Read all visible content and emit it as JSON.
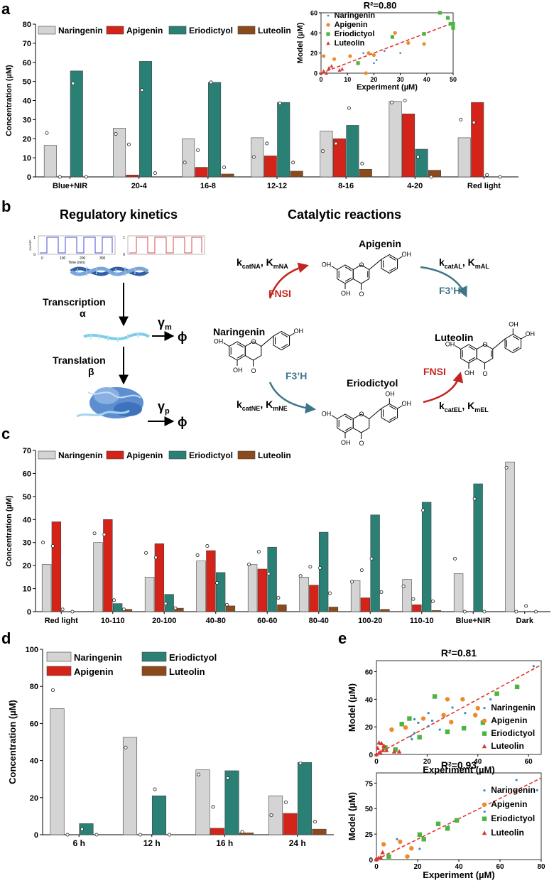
{
  "colors": {
    "Naringenin": "#d4d4d4",
    "Apigenin": "#d42318",
    "Eriodictyol": "#2a8074",
    "Luteolin": "#8b4a1c",
    "scatter_naringenin": "#3b84c6",
    "scatter_apigenin": "#ee8a2c",
    "scatter_eriodictyol": "#4ab540",
    "scatter_luteolin": "#d43a30",
    "fit": "#e0352b",
    "red_arrow": "#c4241e",
    "blue_arrow": "#3e7689"
  },
  "panel_labels": {
    "a": "a",
    "b": "b",
    "c": "c",
    "d": "d",
    "e": "e"
  },
  "panel_b": {
    "left_title": "Regulatory kinetics",
    "right_title": "Catalytic reactions",
    "plot_time_label": "Time (min)",
    "plot_y_label": "ON/OFF",
    "plot_ticks": [
      "0",
      "100",
      "200",
      "300"
    ],
    "plot_y_ticks": [
      "0",
      "1"
    ],
    "transcription": "Transcription",
    "alpha": "α",
    "translation": "Translation",
    "beta": "β",
    "gamma_m": "γ",
    "gamma_m_sub": "m",
    "gamma_p": "γ",
    "gamma_p_sub": "p",
    "phi": "ϕ",
    "naringenin": "Naringenin",
    "apigenin": "Apigenin",
    "eriodictyol": "Eriodictyol",
    "luteolin": "Luteolin",
    "fnsi": "FNSI",
    "f3h": "F3’H",
    "k_na": [
      "k",
      "catNA",
      ", K",
      "mNA"
    ],
    "k_al": [
      "k",
      "catAL",
      ", K",
      "mAL"
    ],
    "k_ne": [
      "k",
      "catNE",
      ", K",
      "mNE"
    ],
    "k_el": [
      "k",
      "catEL",
      ", K",
      "mEL"
    ],
    "oh": "OH",
    "o": "O"
  },
  "chart_data": [
    {
      "id": "a",
      "type": "bar",
      "categories": [
        "Blue+NIR",
        "20-4",
        "16-8",
        "12-12",
        "8-16",
        "4-20",
        "Red light"
      ],
      "ylabel": "Concentration (µM)",
      "ylim": [
        0,
        80
      ],
      "yticks": [
        0,
        10,
        20,
        30,
        40,
        50,
        60,
        70,
        80
      ],
      "legend": "top",
      "grid": false,
      "series": [
        {
          "name": "Naringenin",
          "values": [
            16.5,
            25.5,
            20,
            20.5,
            24,
            39.5,
            20.5
          ],
          "model": [
            23,
            22.5,
            7.5,
            10.5,
            13.5,
            39,
            30
          ]
        },
        {
          "name": "Apigenin",
          "values": [
            0,
            1,
            5,
            11,
            20,
            33,
            39
          ],
          "model": [
            0,
            17,
            14,
            17.5,
            17.5,
            40,
            28.5
          ]
        },
        {
          "name": "Eriodictyol",
          "values": [
            55.5,
            60.5,
            49.5,
            39,
            27,
            14.5,
            0
          ],
          "model": [
            49,
            45.5,
            49.5,
            38.5,
            36,
            10.5,
            1
          ]
        },
        {
          "name": "Luteolin",
          "values": [
            0,
            0,
            1.5,
            3,
            4,
            3.5,
            0
          ],
          "model": [
            0,
            2,
            5,
            7.5,
            7,
            0,
            0
          ]
        }
      ]
    },
    {
      "id": "a_inset",
      "type": "scatter",
      "title": "R²=0.80",
      "xlabel": "Experiment (µM)",
      "ylabel": "Model (µM)",
      "xlim": [
        0,
        50
      ],
      "ylim": [
        0,
        60
      ],
      "xticks": [
        0,
        10,
        20,
        30,
        40,
        50
      ],
      "yticks": [
        0,
        20,
        40,
        60
      ],
      "legend": "top-left",
      "series": [
        {
          "name": "Naringenin",
          "x": [
            16,
            20,
            24,
            30,
            39,
            21
          ],
          "y": [
            20,
            10,
            22,
            20,
            40,
            13
          ]
        },
        {
          "name": "Apigenin",
          "x": [
            1,
            5,
            11,
            20,
            28,
            33,
            39,
            17,
            18
          ],
          "y": [
            17,
            14,
            17,
            18,
            40,
            30,
            29,
            0,
            20
          ]
        },
        {
          "name": "Eriodictyol",
          "x": [
            55,
            60,
            49,
            39,
            27,
            14,
            45,
            48
          ],
          "y": [
            49,
            45,
            49,
            39,
            36,
            10,
            60,
            55
          ]
        },
        {
          "name": "Luteolin",
          "x": [
            0,
            1,
            2,
            3,
            4,
            7,
            8
          ],
          "y": [
            0,
            2,
            0,
            5,
            7,
            3,
            4
          ]
        }
      ]
    },
    {
      "id": "c",
      "type": "bar",
      "categories": [
        "Red light",
        "10-110",
        "20-100",
        "40-80",
        "60-60",
        "80-40",
        "100-20",
        "110-10",
        "Blue+NIR",
        "Dark"
      ],
      "ylabel": "Concentration (µM)",
      "ylim": [
        0,
        70
      ],
      "yticks": [
        0,
        10,
        20,
        30,
        40,
        50,
        60,
        70
      ],
      "legend": "top",
      "grid": false,
      "series": [
        {
          "name": "Naringenin",
          "values": [
            20.5,
            30,
            15,
            22,
            20.5,
            15,
            13.5,
            14,
            16.5,
            65
          ],
          "model": [
            30,
            34,
            25.5,
            24.5,
            20.5,
            15.5,
            13,
            11,
            23,
            62.5
          ]
        },
        {
          "name": "Apigenin",
          "values": [
            39,
            40,
            29.5,
            26.5,
            18.5,
            11.5,
            6,
            3,
            0,
            0
          ],
          "model": [
            28.5,
            33.5,
            23.5,
            28.5,
            26,
            19.5,
            18,
            5.5,
            0,
            0
          ]
        },
        {
          "name": "Eriodictyol",
          "values": [
            0,
            3.5,
            7.5,
            17,
            28,
            34.5,
            42,
            47.5,
            55.5,
            0
          ],
          "model": [
            1,
            5,
            3.5,
            12.5,
            16.5,
            19,
            23,
            44,
            49,
            2.5
          ]
        },
        {
          "name": "Luteolin",
          "values": [
            0,
            1,
            1.5,
            2.5,
            3,
            2,
            1,
            0.5,
            0,
            0
          ],
          "model": [
            0,
            1,
            1.5,
            3,
            6,
            8,
            8.5,
            4.5,
            0,
            0
          ]
        }
      ]
    },
    {
      "id": "d",
      "type": "bar",
      "categories": [
        "6 h",
        "12 h",
        "16 h",
        "24 h"
      ],
      "ylabel": "Concentration (µM)",
      "ylim": [
        0,
        100
      ],
      "yticks": [
        0,
        20,
        40,
        60,
        80,
        100
      ],
      "legend": "top",
      "grid": false,
      "series": [
        {
          "name": "Naringenin",
          "values": [
            68,
            52.5,
            35,
            21
          ],
          "model": [
            78,
            47,
            32.5,
            10.5
          ]
        },
        {
          "name": "Apigenin",
          "values": [
            0,
            0,
            3.5,
            11.5
          ],
          "model": [
            0,
            0,
            15,
            17.5
          ]
        },
        {
          "name": "Eriodictyol",
          "values": [
            6,
            21,
            34.5,
            39
          ],
          "model": [
            3,
            24.5,
            30.5,
            38.5
          ]
        },
        {
          "name": "Luteolin",
          "values": [
            0,
            0,
            1,
            3
          ],
          "model": [
            0,
            0,
            1.5,
            7
          ]
        }
      ]
    },
    {
      "id": "e1",
      "type": "scatter",
      "title": "R²=0.81",
      "xlabel": "Experiment (µM)",
      "ylabel": "Model (µM)",
      "xlim": [
        0,
        65
      ],
      "ylim": [
        0,
        68
      ],
      "xticks": [
        0,
        20,
        40,
        60
      ],
      "yticks": [
        0,
        20,
        40,
        60
      ],
      "legend": "right",
      "series": [
        {
          "name": "Naringenin",
          "x": [
            20.5,
            30,
            15,
            22,
            20.5,
            15,
            13.5,
            14,
            16.5,
            62,
            25,
            35,
            45
          ],
          "y": [
            30,
            34,
            25.5,
            24.5,
            20.5,
            15.5,
            13,
            11,
            23,
            64,
            18,
            30,
            40
          ]
        },
        {
          "name": "Apigenin",
          "x": [
            39,
            40,
            29.5,
            26.5,
            18.5,
            11.5,
            6,
            3,
            28,
            34
          ],
          "y": [
            28.5,
            33.5,
            23.5,
            28.5,
            26,
            19.5,
            18,
            5.5,
            40,
            40
          ]
        },
        {
          "name": "Eriodictyol",
          "x": [
            3.5,
            7.5,
            17,
            28,
            34.5,
            42,
            47.5,
            55.5,
            23,
            13,
            10
          ],
          "y": [
            5,
            3.5,
            12.5,
            16.5,
            19,
            23,
            44,
            49,
            42,
            26,
            22
          ]
        },
        {
          "name": "Luteolin",
          "x": [
            0,
            1,
            1.5,
            2.5,
            3,
            2,
            1,
            0.5,
            4,
            7,
            9
          ],
          "y": [
            0,
            1,
            1.5,
            3,
            6,
            8,
            8.5,
            4.5,
            3,
            2,
            2
          ]
        }
      ]
    },
    {
      "id": "e2",
      "type": "scatter",
      "title": "R²=0.93",
      "xlabel": "Experiment (µM)",
      "ylabel": "Model (µM)",
      "xlim": [
        0,
        80
      ],
      "ylim": [
        0,
        85
      ],
      "xticks": [
        0,
        20,
        40,
        60,
        80
      ],
      "yticks": [
        0,
        25,
        50,
        75
      ],
      "legend": "right",
      "series": [
        {
          "name": "Naringenin",
          "x": [
            68,
            52.5,
            35,
            21,
            78,
            10
          ],
          "y": [
            78,
            47,
            32.5,
            10.5,
            68,
            20
          ]
        },
        {
          "name": "Apigenin",
          "x": [
            3.5,
            11.5,
            15,
            17
          ],
          "y": [
            15,
            17.5,
            3,
            11
          ]
        },
        {
          "name": "Eriodictyol",
          "x": [
            6,
            21,
            34.5,
            39,
            30,
            23
          ],
          "y": [
            3,
            24.5,
            30.5,
            38.5,
            35,
            20
          ]
        },
        {
          "name": "Luteolin",
          "x": [
            0,
            1,
            3,
            0,
            2
          ],
          "y": [
            0,
            1.5,
            7,
            1,
            2
          ]
        }
      ]
    }
  ]
}
